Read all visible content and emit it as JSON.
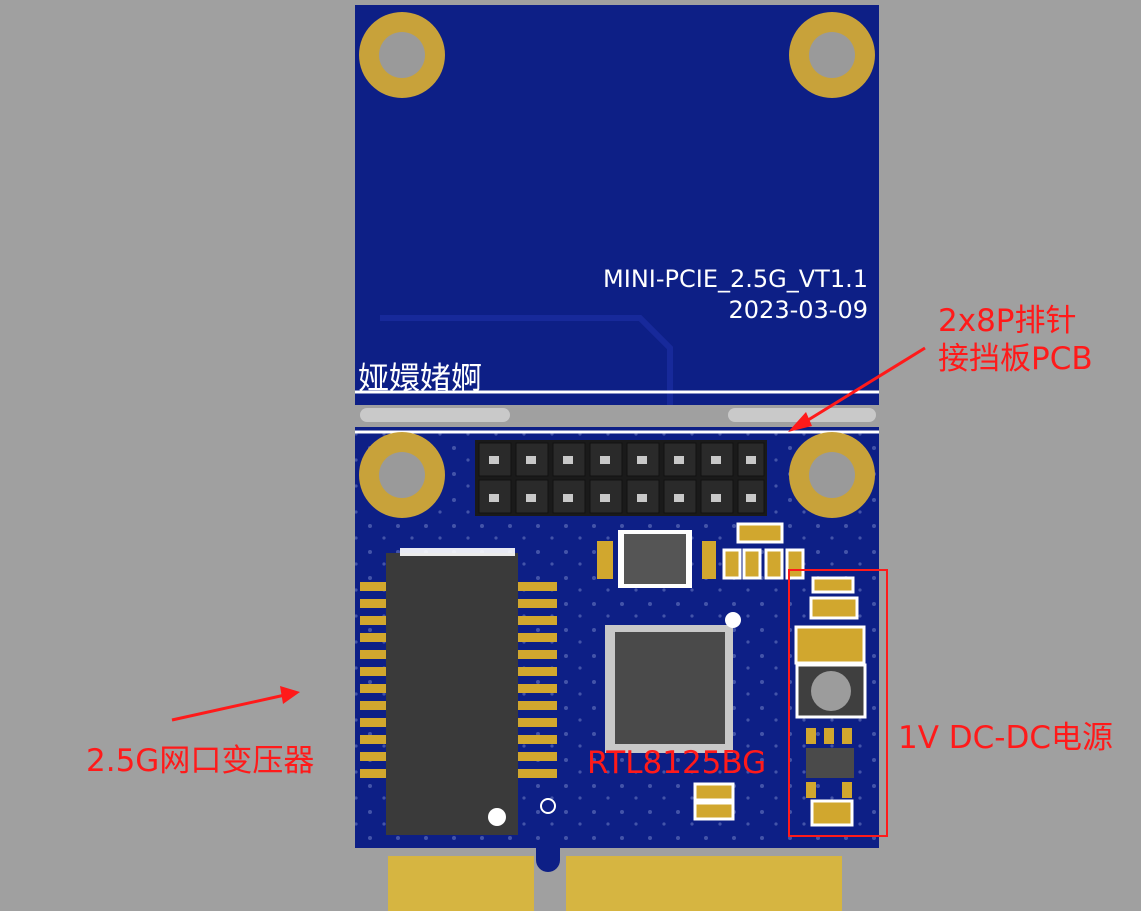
{
  "board": {
    "model_label": "MINI-PCIE_2.5G_VT1.1",
    "date_label": "2023-03-09",
    "maker_label": "娅嬛媎婀"
  },
  "annotations": {
    "header_label": "2x8P排针",
    "header_label_line2": "接挡板PCB",
    "dcdc_label": "1V DC-DC电源",
    "chip_label": "RTL8125BG",
    "transformer_label": "2.5G网口变压器"
  },
  "colors": {
    "background": "#a0a0a0",
    "pcb": "#0d1f86",
    "copper": "#c8a23a",
    "annotation": "#ff1a1a"
  }
}
